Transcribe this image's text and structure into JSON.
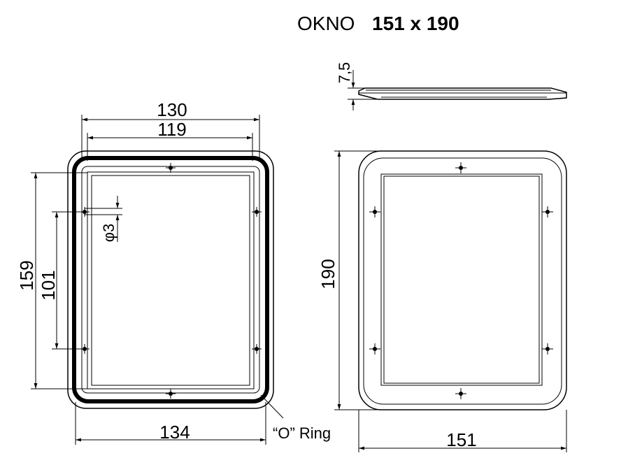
{
  "title": {
    "prefix": "OKNO",
    "size": "151 x 190"
  },
  "front_view": {
    "dim_outer_width": "130",
    "dim_inner_width": "119",
    "dim_bottom_width": "134",
    "dim_height_outer": "159",
    "dim_height_holes": "101",
    "dim_hole_diameter": "φ3",
    "o_ring_label": "“O” Ring"
  },
  "side_view": {
    "dim_thickness": "7,5"
  },
  "back_view": {
    "dim_width": "151",
    "dim_height": "190"
  }
}
